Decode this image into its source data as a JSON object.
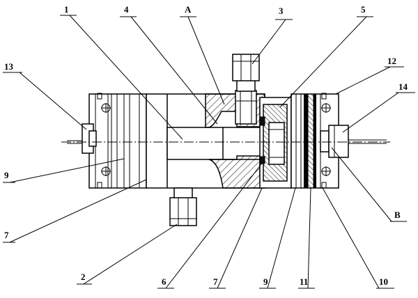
{
  "callouts": {
    "c1": "1",
    "c4": "4",
    "cA": "A",
    "c3": "3",
    "c5": "5",
    "c12": "12",
    "c14": "14",
    "c13": "13",
    "c9a": "9",
    "c7a": "7",
    "c2": "2",
    "c6": "6",
    "c7b": "7",
    "c9b": "9",
    "c11": "11",
    "c10": "10",
    "cB": "B"
  }
}
